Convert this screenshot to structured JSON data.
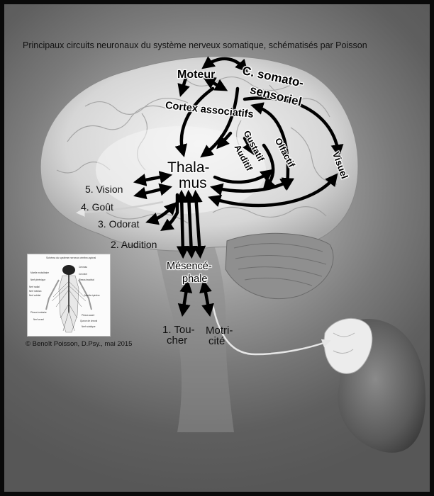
{
  "caption": "Principaux circuits neuronaux du système nerveux somatique, schématisés par Poisson",
  "labels": {
    "moteur": "Moteur",
    "somato_1": "C. somato-",
    "somato_2": "sensoriel",
    "cortex": "Cortex associatifs",
    "gustatif": "Gustatif",
    "auditif": "Auditif",
    "olfactif": "Olfactif",
    "visuel": "Visuel",
    "thalamus_1": "Thala-",
    "thalamus_2": "mus",
    "vision": "5. Vision",
    "gout": "4. Goût",
    "odorat": "3. Odorat",
    "audition": "2. Audition",
    "mesence_1": "Mésencé-",
    "mesence_2": "phale",
    "toucher_1": "1. Tou-",
    "toucher_2": "cher",
    "motricite_1": "Motri-",
    "motricite_2": "cité"
  },
  "copyright": "© Benoît Poisson, D.Psy., mai 2015",
  "inset": {
    "title": "Schéma du système nerveux cérébro-spinal",
    "left_labels": [
      "Moelle mobulbaire",
      "Nerf phrénique",
      "Nerf radial",
      "Nerf médian",
      "Nerf cubital",
      "Plexus lombaire",
      "Nerf crural"
    ],
    "right_labels": [
      "Cerveau",
      "Cervelet",
      "Plexus brachial",
      "Moelle épinière",
      "Plexus sacré",
      "Queue de cheval",
      "Nerf sciatique"
    ]
  },
  "colors": {
    "background": "#5f5f5f",
    "brain": "#dedede",
    "arrows": "#000000",
    "cerebellum": "#8f8f8f"
  }
}
